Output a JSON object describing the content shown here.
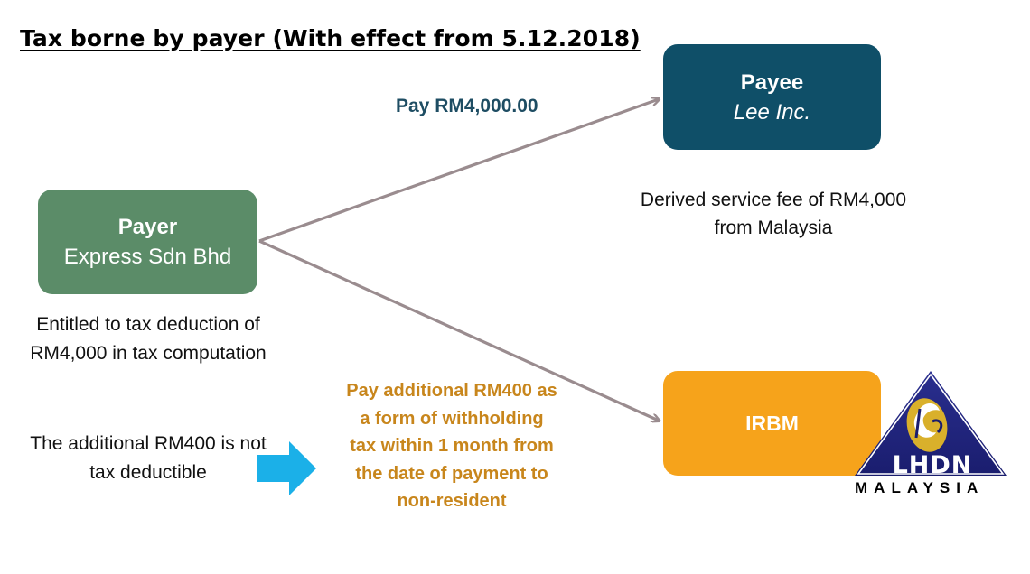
{
  "title": "Tax borne by payer (With effect from 5.12.2018)",
  "payer": {
    "name": "Payer",
    "company": "Express Sdn Bhd",
    "color": "#5b8c68"
  },
  "payee": {
    "name": "Payee",
    "company": "Lee Inc.",
    "color": "#0f4f68"
  },
  "irbm": {
    "name": "IRBM",
    "color": "#f6a31b"
  },
  "payment_label": "Pay RM4,000.00",
  "payee_note": "Derived service fee of RM4,000 from  Malaysia",
  "payer_note": "Entitled to tax deduction of RM4,000 in tax computation",
  "additional_note": "The additional RM400 is not tax deductible",
  "withholding_label": "Pay additional RM400 as a form of withholding tax within 1 month from the date of payment to non-resident",
  "logo": {
    "wordmark": "LHDN",
    "country": "MALAYSIA",
    "icon": "lhdn-logo-icon"
  },
  "colors": {
    "arrow": "#9a8c8f",
    "blue_arrow": "#1bb0e8",
    "withholding_text": "#c8861c",
    "payment_text": "#1e4d63"
  }
}
